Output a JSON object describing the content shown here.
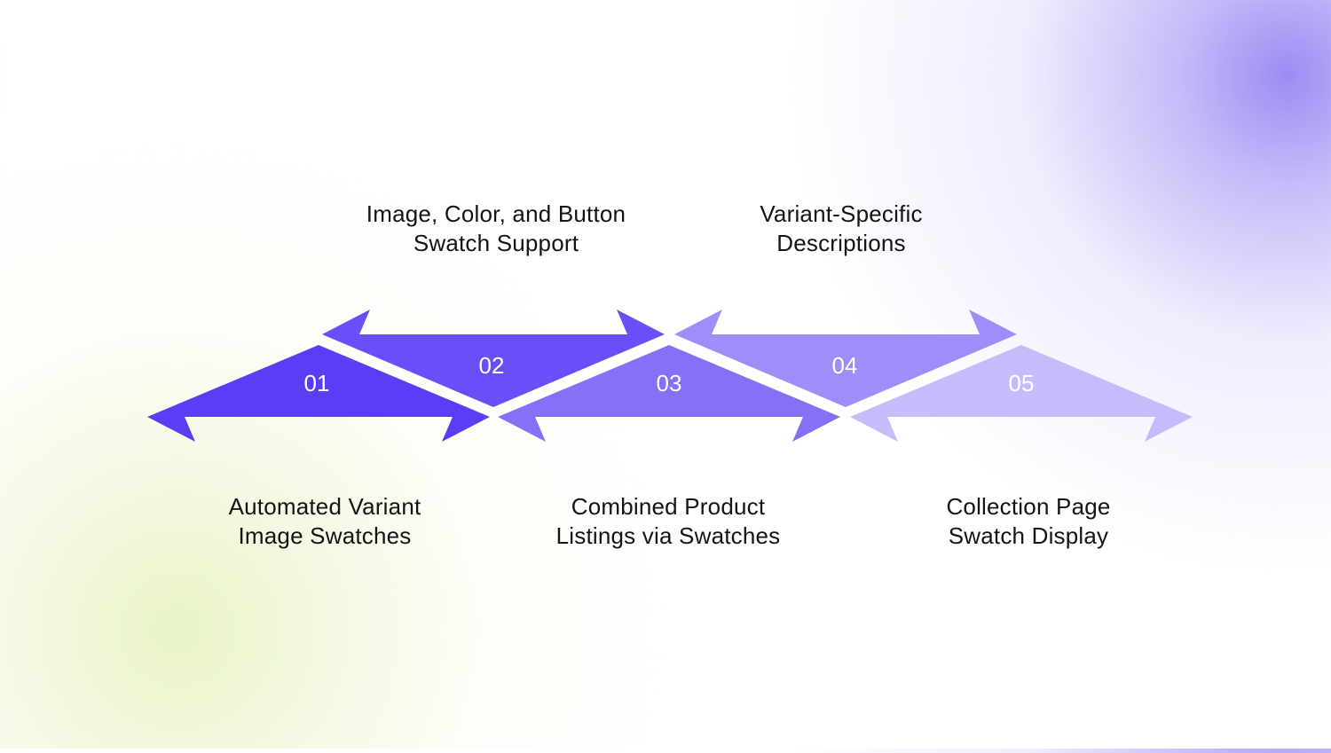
{
  "steps": [
    {
      "number": "01",
      "lines": [
        "Automated Variant",
        "Image Swatches"
      ],
      "position": "below",
      "color": "#5B3DF5"
    },
    {
      "number": "02",
      "lines": [
        "Image, Color, and Button",
        "Swatch Support"
      ],
      "position": "above",
      "color": "#6B4EF8"
    },
    {
      "number": "03",
      "lines": [
        "Combined Product",
        "Listings via Swatches"
      ],
      "position": "below",
      "color": "#8670F8"
    },
    {
      "number": "04",
      "lines": [
        "Variant-Specific",
        "Descriptions"
      ],
      "position": "above",
      "color": "#9F8DF9"
    },
    {
      "number": "05",
      "lines": [
        "Collection Page",
        "Swatch Display"
      ],
      "position": "below",
      "color": "#C6BCFB"
    }
  ],
  "colors": {
    "text": "#141414",
    "number_text": "#FFFFFF"
  }
}
